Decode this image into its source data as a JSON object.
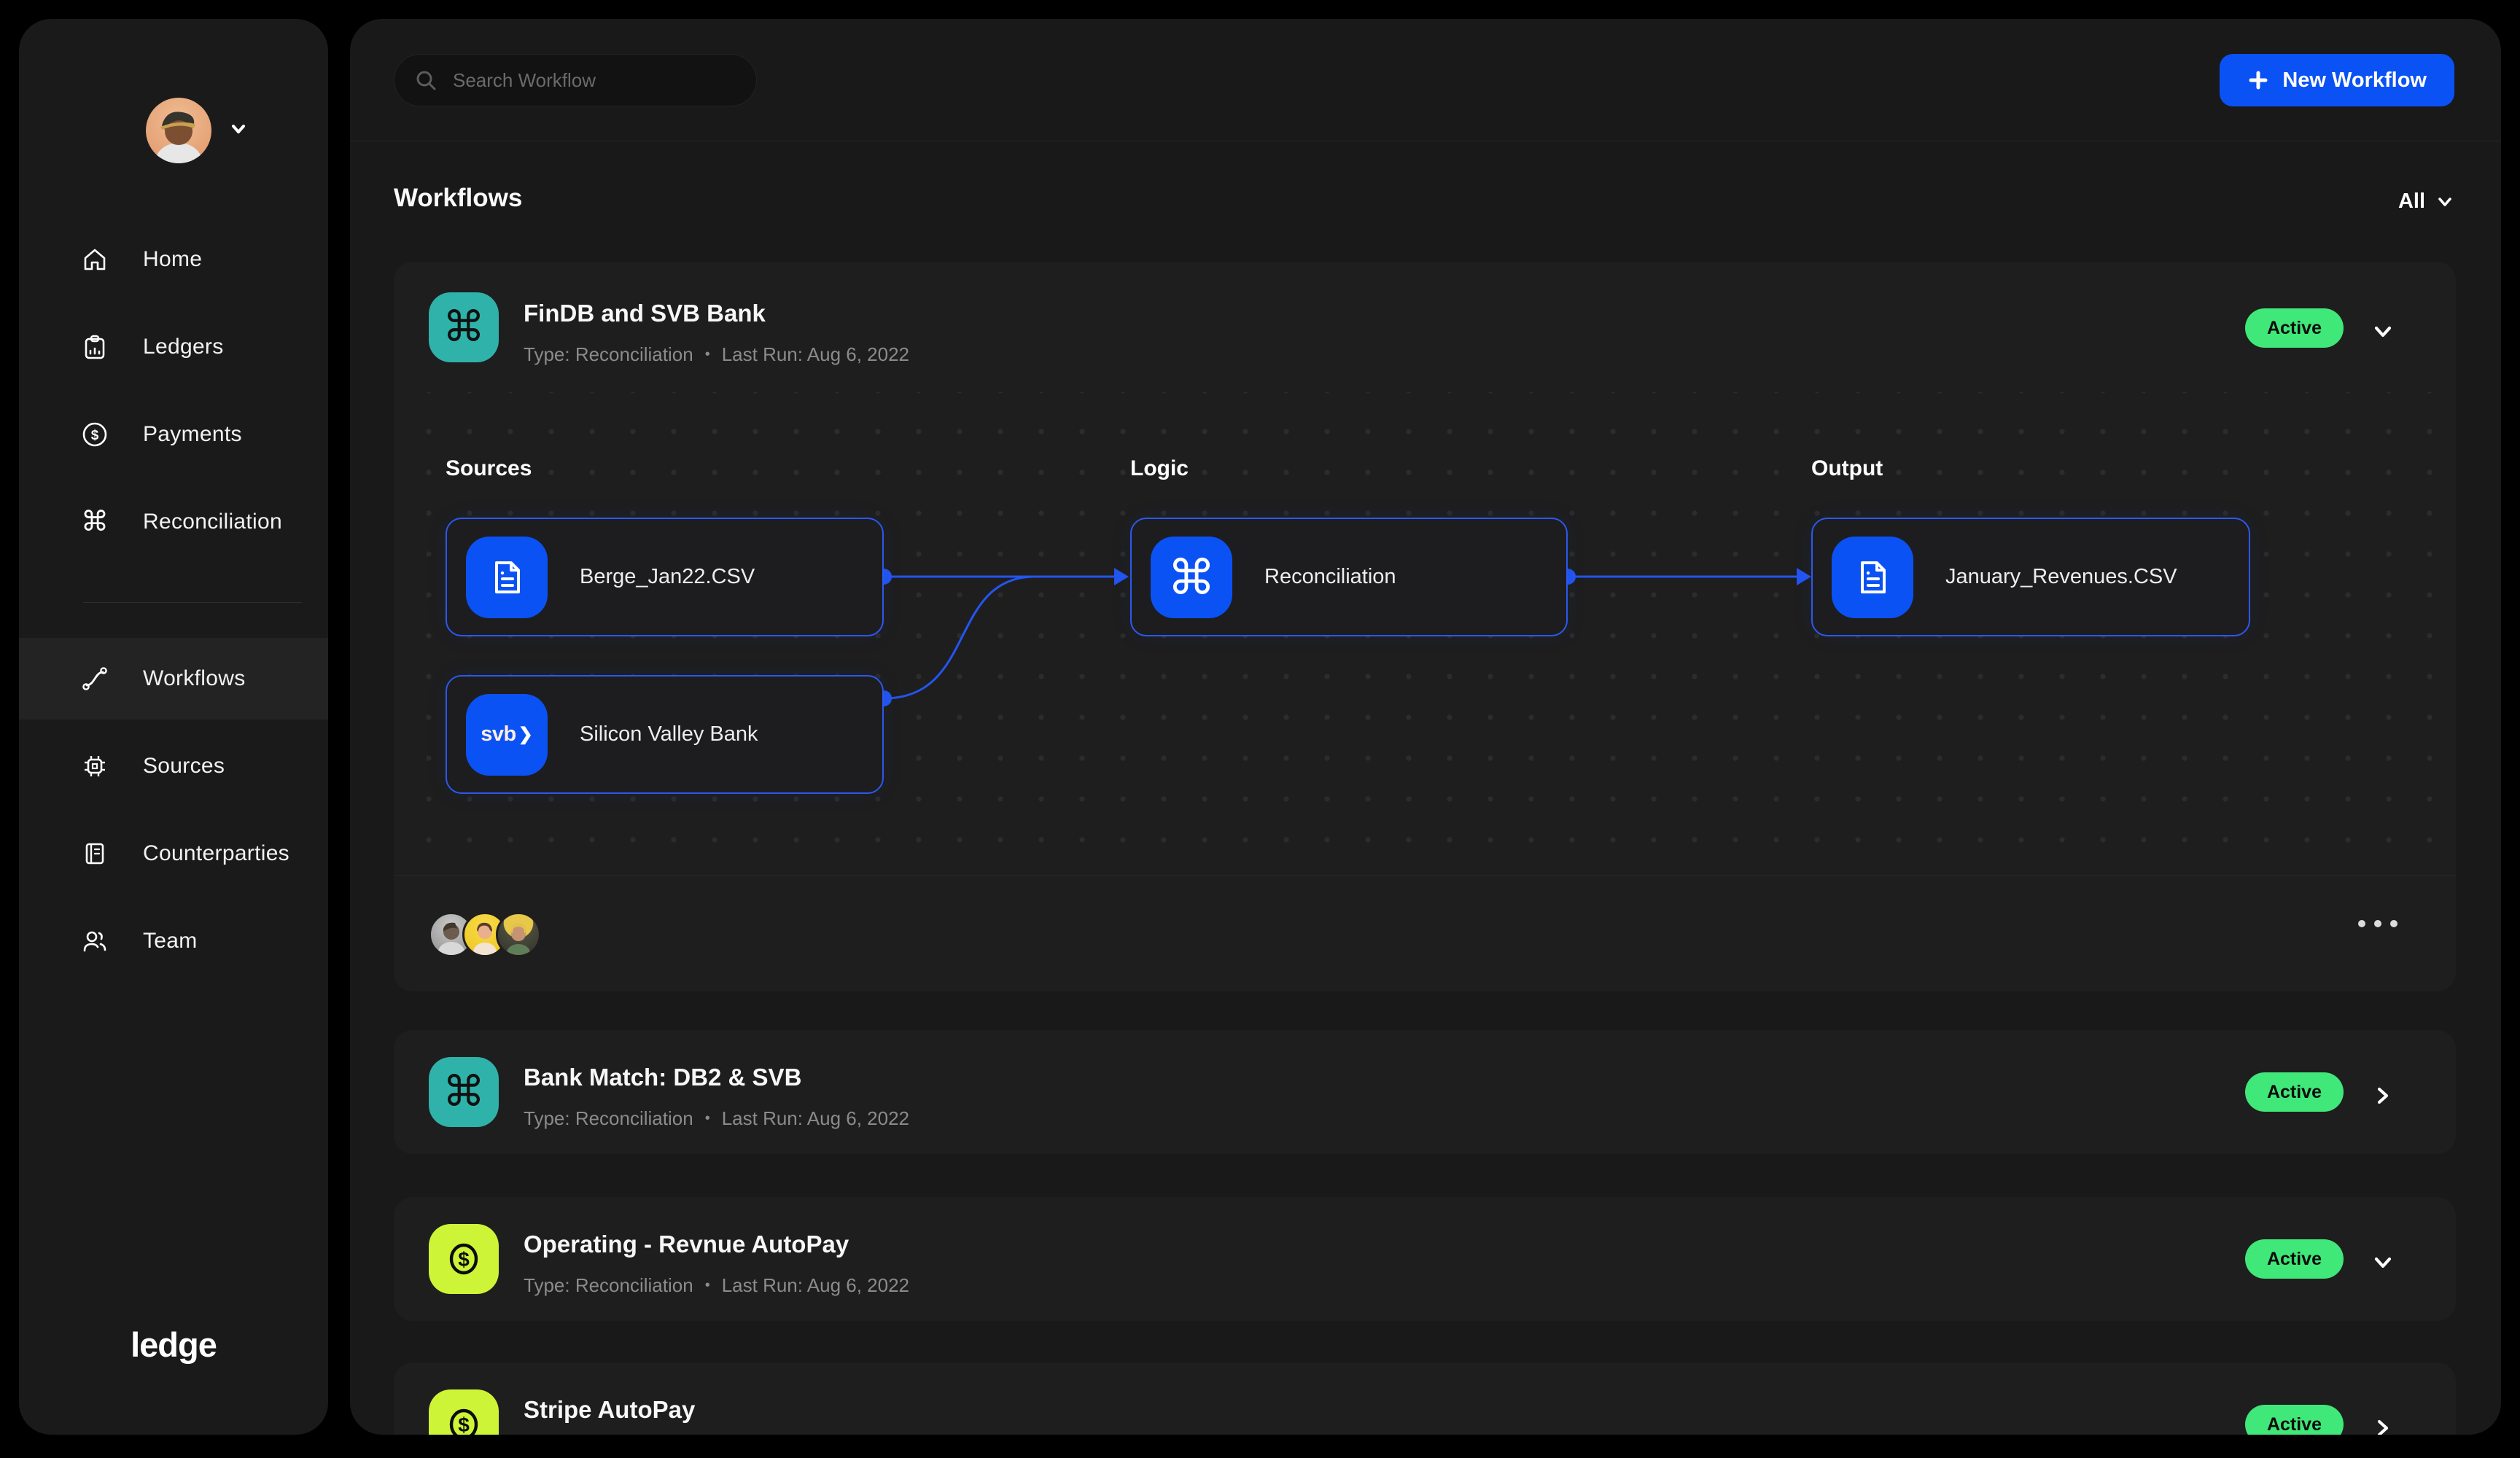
{
  "sidebar": {
    "logo": "ledge",
    "nav_primary": [
      {
        "label": "Home"
      },
      {
        "label": "Ledgers"
      },
      {
        "label": "Payments"
      },
      {
        "label": "Reconciliation"
      }
    ],
    "nav_secondary": [
      {
        "label": "Workflows"
      },
      {
        "label": "Sources"
      },
      {
        "label": "Counterparties"
      },
      {
        "label": "Team"
      }
    ]
  },
  "topbar": {
    "search_placeholder": "Search Workflow",
    "new_workflow": "New Workflow"
  },
  "page": {
    "title": "Workflows",
    "filter": "All"
  },
  "workflows": [
    {
      "title": "FinDB and SVB Bank",
      "type": "Type: Reconciliation",
      "separator": "•",
      "last_run": "Last Run: Aug 6, 2022",
      "status": "Active"
    },
    {
      "title": "Bank Match: DB2 & SVB",
      "type": "Type: Reconciliation",
      "separator": "•",
      "last_run": "Last Run: Aug 6, 2022",
      "status": "Active"
    },
    {
      "title": "Operating - Revnue AutoPay",
      "type": "Type: Reconciliation",
      "separator": "•",
      "last_run": "Last Run: Aug 6, 2022",
      "status": "Active"
    },
    {
      "title": "Stripe AutoPay",
      "status": "Active"
    }
  ],
  "flow": {
    "section_labels": [
      "Sources",
      "Logic",
      "Output"
    ],
    "nodes": [
      {
        "label": "Berge_Jan22.CSV"
      },
      {
        "label": "Silicon Valley Bank",
        "badge_text": "svb",
        "badge_chevron": "❯"
      },
      {
        "label": "Reconciliation"
      },
      {
        "label": "January_Revenues.CSV"
      }
    ]
  },
  "colors": {
    "accent_blue": "#0b52f5",
    "teal": "#2fb2aa",
    "lime": "#cdf437",
    "status_green": "#3fe878"
  }
}
